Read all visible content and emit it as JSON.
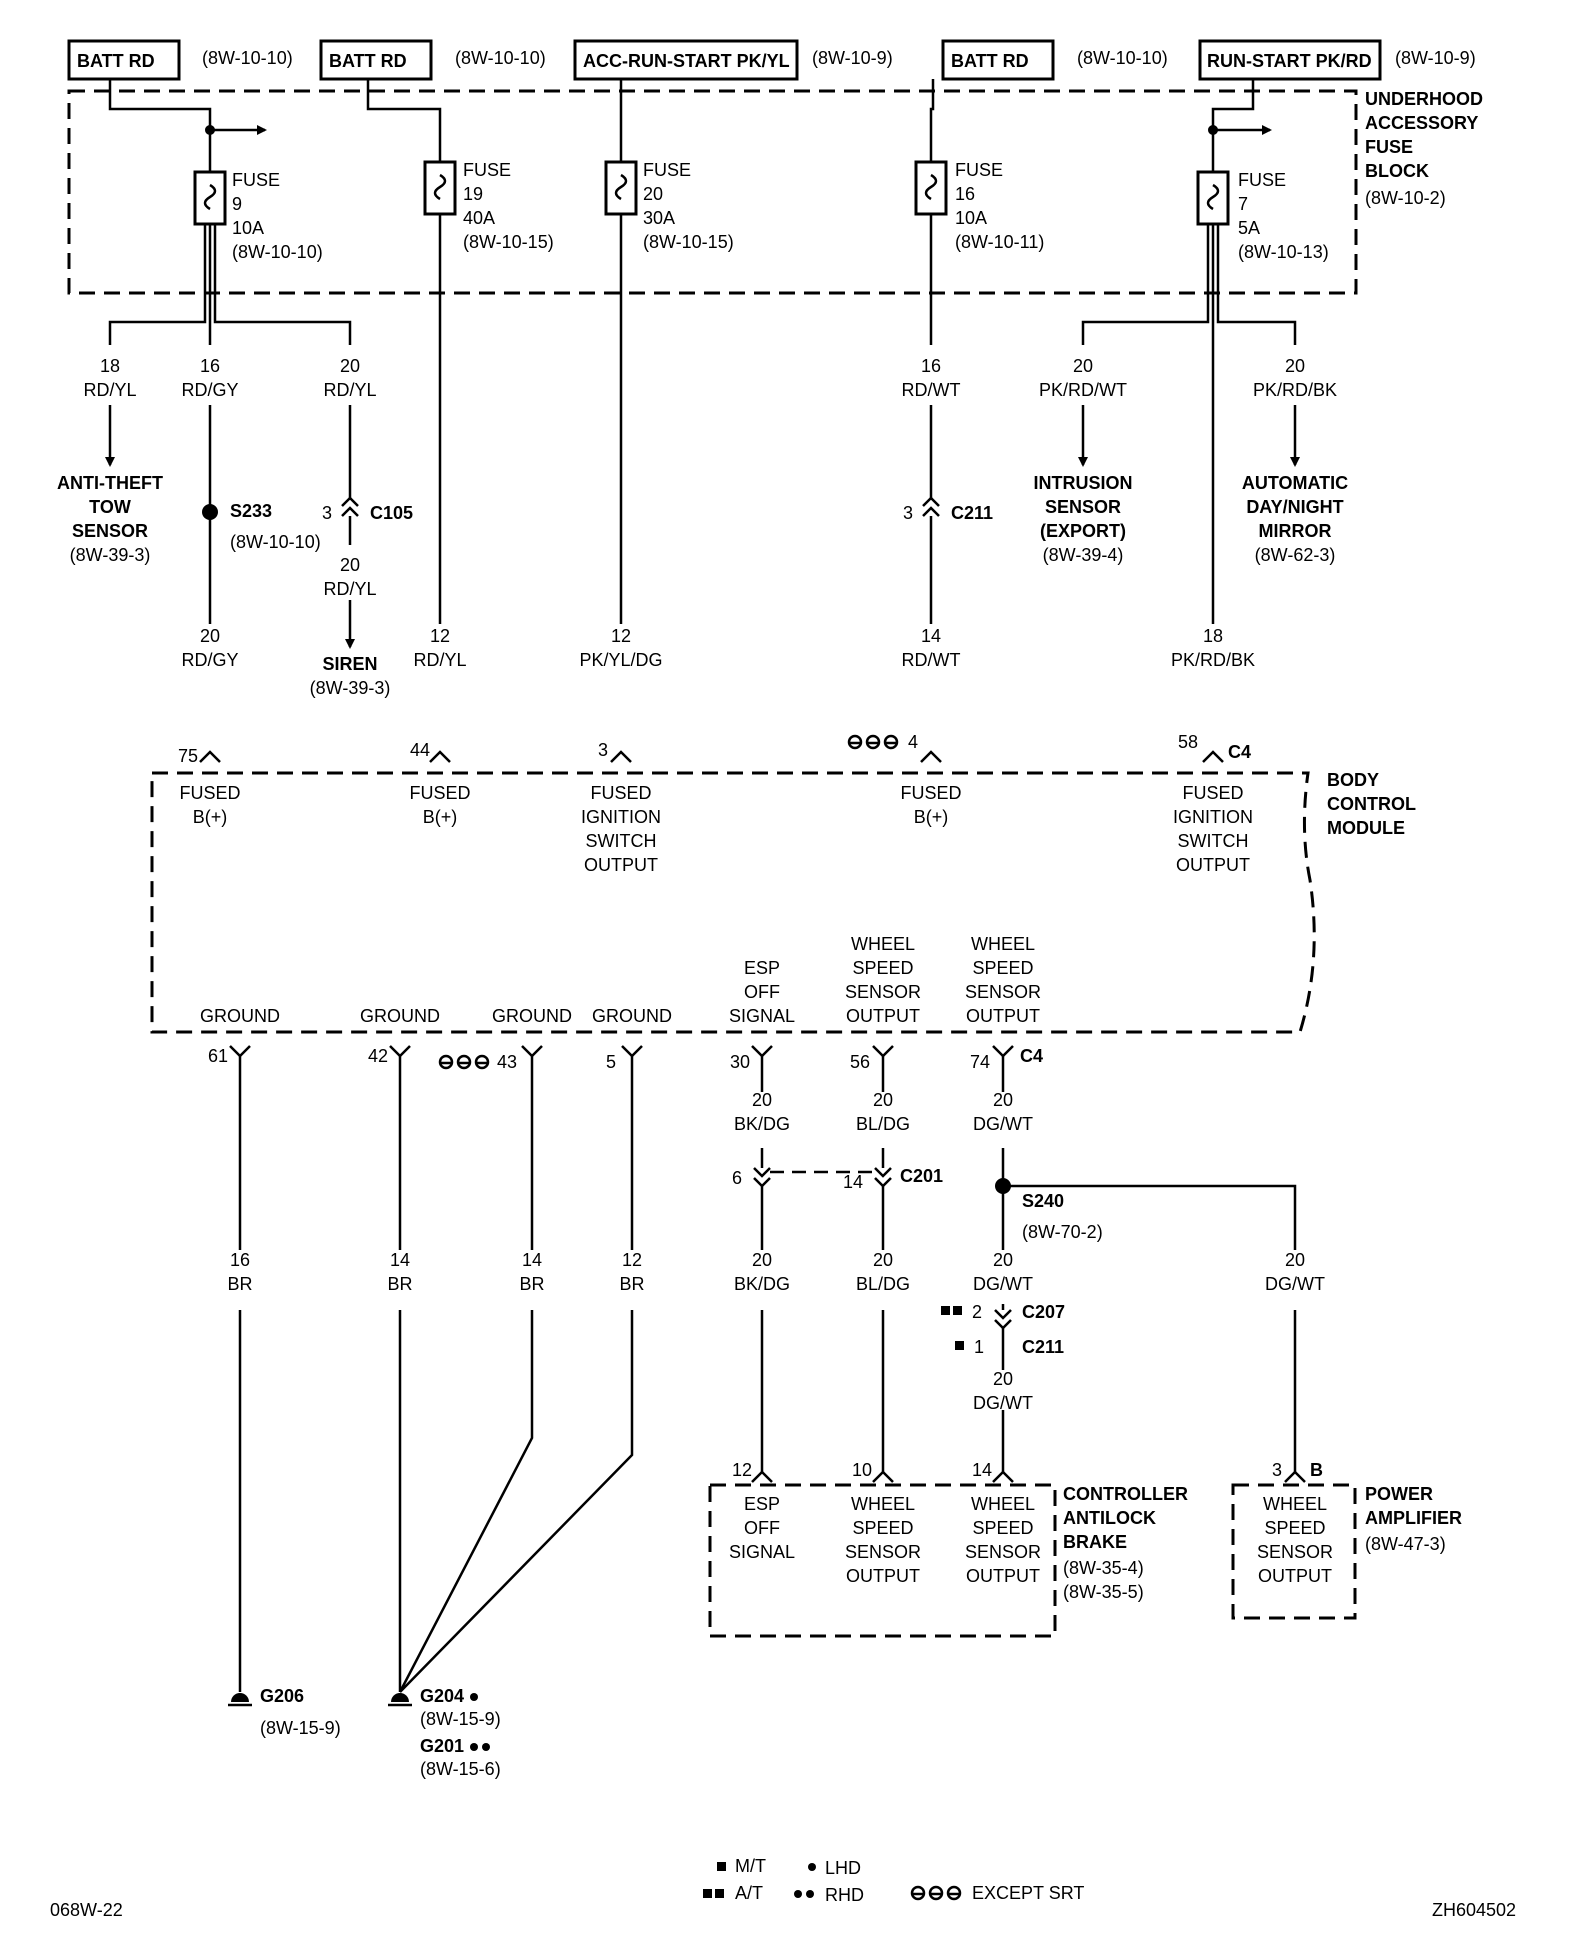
{
  "power_sources": [
    {
      "label": "BATT RD",
      "ref": "(8W-10-10)"
    },
    {
      "label": "BATT RD",
      "ref": "(8W-10-10)"
    },
    {
      "label": "ACC-RUN-START PK/YL",
      "ref": "(8W-10-9)"
    },
    {
      "label": "BATT RD",
      "ref": "(8W-10-10)"
    },
    {
      "label": "RUN-START PK/RD",
      "ref": "(8W-10-9)"
    }
  ],
  "fuse_block": {
    "lines": [
      "UNDERHOOD",
      "ACCESSORY",
      "FUSE",
      "BLOCK"
    ],
    "ref": "(8W-10-2)"
  },
  "fuses": [
    {
      "lines": [
        "FUSE",
        "9",
        "10A",
        "(8W-10-10)"
      ]
    },
    {
      "lines": [
        "FUSE",
        "19",
        "40A",
        "(8W-10-15)"
      ]
    },
    {
      "lines": [
        "FUSE",
        "20",
        "30A",
        "(8W-10-15)"
      ]
    },
    {
      "lines": [
        "FUSE",
        "16",
        "10A",
        "(8W-10-11)"
      ]
    },
    {
      "lines": [
        "FUSE",
        "7",
        "5A",
        "(8W-10-13)"
      ]
    }
  ],
  "wire_labels": {
    "w18_rdyl": [
      "18",
      "RD/YL"
    ],
    "w16_rdgy": [
      "16",
      "RD/GY"
    ],
    "w20_rdyl_a": [
      "20",
      "RD/YL"
    ],
    "w16_rdwt": [
      "16",
      "RD/WT"
    ],
    "w20_pkrdwt": [
      "20",
      "PK/RD/WT"
    ],
    "w20_pkrdbk": [
      "20",
      "PK/RD/BK"
    ],
    "w20_rdyl_b": [
      "20",
      "RD/YL"
    ],
    "w20_rdgy": [
      "20",
      "RD/GY"
    ],
    "w12_rdyl": [
      "12",
      "RD/YL"
    ],
    "w12_pkyldg": [
      "12",
      "PK/YL/DG"
    ],
    "w14_rdwt": [
      "14",
      "RD/WT"
    ],
    "w18_pkrdbk": [
      "18",
      "PK/RD/BK"
    ],
    "w20_bkdg_a": [
      "20",
      "BK/DG"
    ],
    "w20_bldg_a": [
      "20",
      "BL/DG"
    ],
    "w20_dgwt_a": [
      "20",
      "DG/WT"
    ],
    "w16_br": [
      "16",
      "BR"
    ],
    "w14_br_a": [
      "14",
      "BR"
    ],
    "w14_br_b": [
      "14",
      "BR"
    ],
    "w12_br": [
      "12",
      "BR"
    ],
    "w20_bkdg_b": [
      "20",
      "BK/DG"
    ],
    "w20_bldg_b": [
      "20",
      "BL/DG"
    ],
    "w20_dgwt_b": [
      "20",
      "DG/WT"
    ],
    "w20_dgwt_c": [
      "20",
      "DG/WT"
    ],
    "w20_dgwt_d": [
      "20",
      "DG/WT"
    ]
  },
  "devices": {
    "anti_theft": {
      "lines": [
        "ANTI-THEFT",
        "TOW",
        "SENSOR"
      ],
      "ref": "(8W-39-3)"
    },
    "siren": {
      "lines": [
        "SIREN"
      ],
      "ref": "(8W-39-3)"
    },
    "intrusion": {
      "lines": [
        "INTRUSION",
        "SENSOR",
        "(EXPORT)"
      ],
      "ref": "(8W-39-4)"
    },
    "mirror": {
      "lines": [
        "AUTOMATIC",
        "DAY/NIGHT",
        "MIRROR"
      ],
      "ref": "(8W-62-3)"
    }
  },
  "splices": {
    "s233": {
      "label": "S233",
      "ref": "(8W-10-10)"
    },
    "s240": {
      "label": "S240",
      "ref": "(8W-70-2)"
    }
  },
  "connectors": {
    "c105": {
      "label": "C105",
      "pin": "3"
    },
    "c211_top": {
      "label": "C211",
      "pin": "3"
    },
    "c201": {
      "label": "C201",
      "pin_a": "6",
      "pin_b": "14"
    },
    "c207": {
      "label": "C207",
      "pin": "2"
    },
    "c211_bottom": {
      "label": "C211",
      "pin": "1"
    }
  },
  "bcm": {
    "label_lines": [
      "BODY",
      "CONTROL",
      "MODULE"
    ],
    "connector": "C4",
    "top_pins": [
      {
        "pin": "75",
        "lines": [
          "FUSED",
          "B(+)"
        ]
      },
      {
        "pin": "44",
        "lines": [
          "FUSED",
          "B(+)"
        ]
      },
      {
        "pin": "3",
        "lines": [
          "FUSED",
          "IGNITION",
          "SWITCH",
          "OUTPUT"
        ]
      },
      {
        "pin": "4",
        "lines": [
          "FUSED",
          "B(+)"
        ]
      },
      {
        "pin": "58",
        "lines": [
          "FUSED",
          "IGNITION",
          "SWITCH",
          "OUTPUT"
        ]
      }
    ],
    "bottom_pins": [
      {
        "pin": "61",
        "lines": [
          "GROUND"
        ]
      },
      {
        "pin": "42",
        "lines": [
          "GROUND"
        ]
      },
      {
        "pin": "43",
        "lines": [
          "GROUND"
        ]
      },
      {
        "pin": "5",
        "lines": [
          "GROUND"
        ]
      },
      {
        "pin": "30",
        "lines": [
          "ESP",
          "OFF",
          "SIGNAL"
        ]
      },
      {
        "pin": "56",
        "lines": [
          "WHEEL",
          "SPEED",
          "SENSOR",
          "OUTPUT"
        ]
      },
      {
        "pin": "74",
        "lines": [
          "WHEEL",
          "SPEED",
          "SENSOR",
          "OUTPUT"
        ]
      }
    ]
  },
  "cab": {
    "label_lines": [
      "CONTROLLER",
      "ANTILOCK",
      "BRAKE"
    ],
    "refs": [
      "(8W-35-4)",
      "(8W-35-5)"
    ],
    "pins": [
      {
        "pin": "12",
        "lines": [
          "ESP",
          "OFF",
          "SIGNAL"
        ]
      },
      {
        "pin": "10",
        "lines": [
          "WHEEL",
          "SPEED",
          "SENSOR",
          "OUTPUT"
        ]
      },
      {
        "pin": "14",
        "lines": [
          "WHEEL",
          "SPEED",
          "SENSOR",
          "OUTPUT"
        ]
      }
    ]
  },
  "amp": {
    "label_lines": [
      "POWER",
      "AMPLIFIER"
    ],
    "ref": "(8W-47-3)",
    "pin": "3",
    "connector": "B",
    "lines": [
      "WHEEL",
      "SPEED",
      "SENSOR",
      "OUTPUT"
    ]
  },
  "grounds": {
    "g206": {
      "label": "G206",
      "ref": "(8W-15-9)"
    },
    "g204": {
      "label": "G204",
      "ref": "(8W-15-9)"
    },
    "g201": {
      "label": "G201",
      "ref": "(8W-15-6)"
    }
  },
  "legend": {
    "mt": "M/T",
    "at": "A/T",
    "lhd": "LHD",
    "rhd": "RHD",
    "except_srt": "EXCEPT SRT"
  },
  "page_id": "068W-22",
  "figure_id": "ZH604502"
}
